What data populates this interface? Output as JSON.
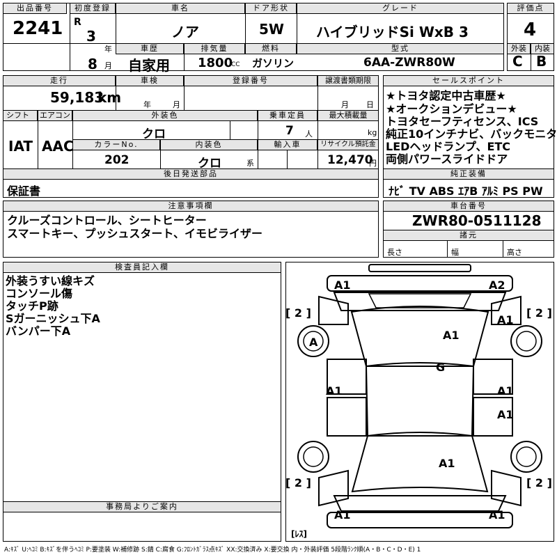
{
  "header": {
    "lot_no_label": "出品番号",
    "lot_no": "2241",
    "first_reg_label": "初度登録",
    "era": "R",
    "year": "3",
    "year_unit": "年",
    "month": "8",
    "month_unit": "月",
    "car_name_label": "車名",
    "car_name": "ノア",
    "door_label": "ドア形状",
    "door": "5W",
    "grade_label": "グレード",
    "grade": "ハイブリッドSi WxB 3",
    "score_label": "評価点",
    "score": "4",
    "history_label": "車歴",
    "history": "自家用",
    "displacement_label": "排気量",
    "displacement": "1800",
    "displacement_unit": "CC",
    "fuel_label": "燃料",
    "fuel": "ガソリン",
    "model_label": "型式",
    "model": "6AA-ZWR80W",
    "exterior_label": "外装",
    "exterior": "C",
    "interior_label": "内装",
    "interior": "B"
  },
  "row2": {
    "mileage_label": "走行",
    "mileage": "59,183",
    "mileage_unit": "km",
    "inspection_label": "車検",
    "year_unit": "年",
    "month_unit": "月",
    "reg_no_label": "登録番号",
    "transfer_label": "譲渡書類期限",
    "t_month_unit": "月",
    "t_day_unit": "日",
    "shift_label": "シフト",
    "shift": "IAT",
    "ac_label": "エアコン",
    "ac": "AAC",
    "ext_color_label": "外装色",
    "ext_color": "クロ",
    "capacity_label": "乗車定員",
    "capacity": "7",
    "capacity_unit": "人",
    "max_load_label": "最大積載量",
    "max_load_unit": "kg",
    "color_no_label": "カラーNo.",
    "color_no": "202",
    "int_color_label": "内装色",
    "int_color": "クロ",
    "int_color_unit": "系",
    "import_label": "輸入車",
    "recycle_label": "リサイクル預託金",
    "recycle": "12,470",
    "recycle_unit": "円",
    "later_items_label": "後日発送部品",
    "later_items": "保証書"
  },
  "selling_points": {
    "label": "セールスポイント",
    "lines": [
      "★トヨタ認定中古車歴★",
      "★オークションデビュー★",
      "トヨタセーフティセンス、ICS",
      "純正10インチナビ、バックモニタ",
      "LEDヘッドランプ、ETC",
      "両側パワースライドドア"
    ]
  },
  "equipment": {
    "label": "純正装備",
    "items": "ﾅﾋﾞ TV ABS ｴｱB ｱﾙﾐ PS PW"
  },
  "notes": {
    "label": "注意事項欄",
    "lines": [
      "クルーズコントロール、シートヒーター",
      "スマートキー、プッシュスタート、イモビライザー"
    ]
  },
  "chassis": {
    "label": "車台番号",
    "number": "ZWR80-0511128",
    "specs_label": "諸元",
    "length_label": "長さ",
    "width_label": "幅",
    "height_label": "高さ"
  },
  "inspector": {
    "label": "検査員記入欄",
    "lines": [
      "外装うすい線キズ",
      "コンソール傷",
      "タッチP跡",
      "Sガーニッシュ下A",
      "バンパー下A"
    ]
  },
  "office": {
    "label": "事務局よりご案内"
  },
  "diagram": {
    "marks": {
      "front_left": "A1",
      "front_right": "A2",
      "fender_lf": "A1",
      "hood": "A1",
      "wheel_lf": "A",
      "roof": "G",
      "door_lf": "A1",
      "door_rf": "A1",
      "door_rr": "A1",
      "trunk": "A1",
      "rear_left": "A1",
      "rear_right": "A1"
    },
    "tire_lf": "[ 2 ]",
    "tire_rf": "[ 2 ]",
    "tire_lr": "[ 2 ]",
    "tire_rr": "[ 2 ]",
    "spare": "[ﾚｽ]"
  },
  "legend": "A:ｷｽﾞ U:ﾍｺﾐ B:ｷｽﾞを伴うﾍｺﾐ P:要塗装 W:補修跡 S:錆 C:腐食 G:ﾌﾛﾝﾄｶﾞﾗｽ点ｷｽﾞ XX:交換済み X:要交換 内・外装評価 5段階ﾗﾝｸ順(A・B・C・D・E) 1"
}
